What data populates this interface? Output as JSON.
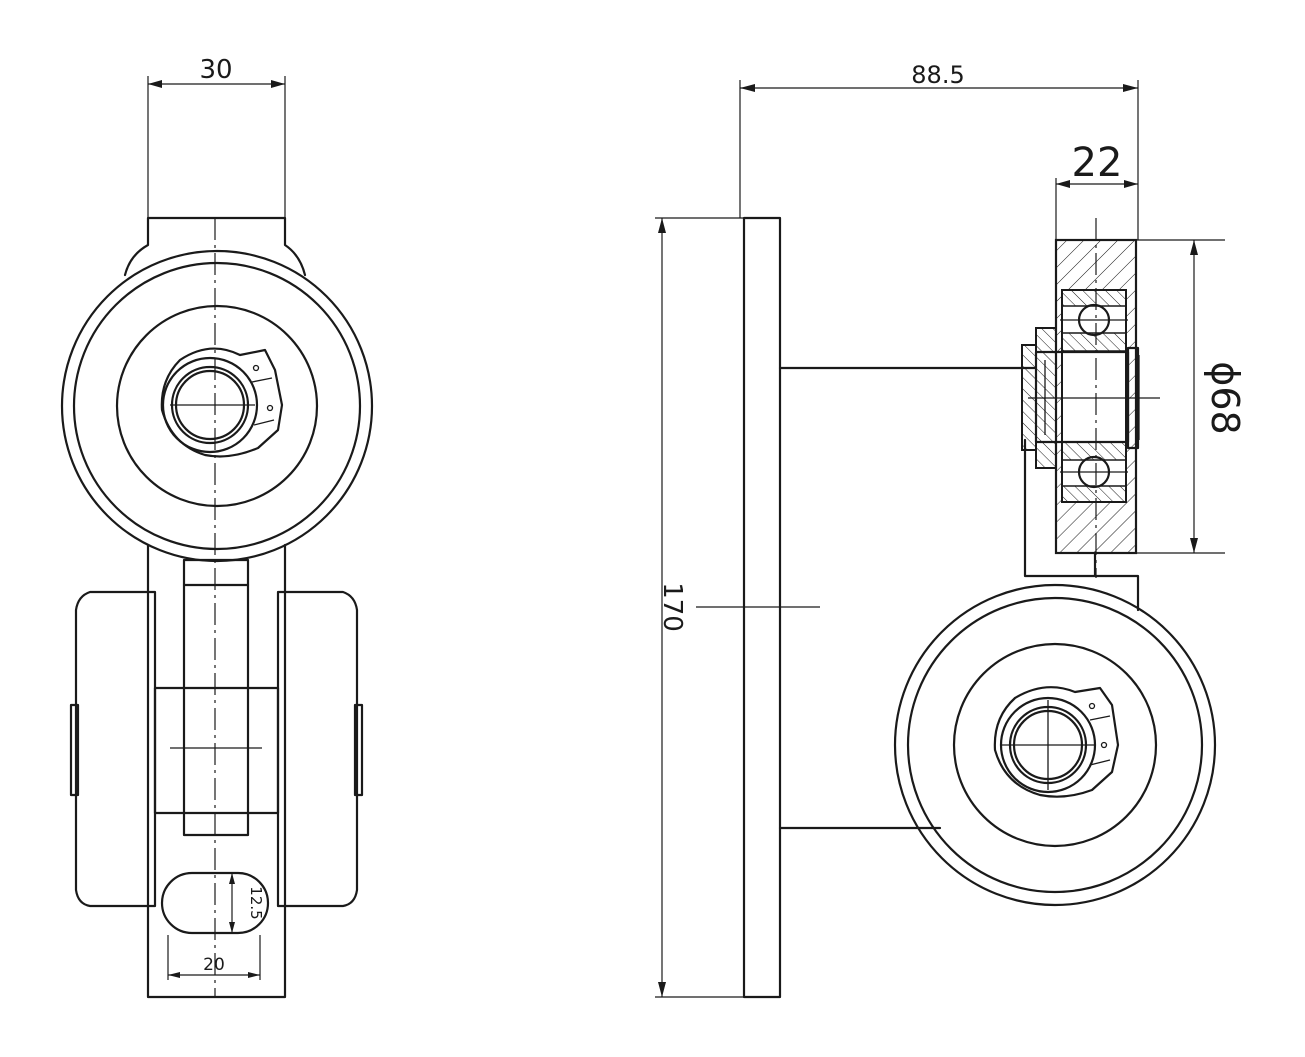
{
  "drawing": {
    "views": [
      "front-view",
      "side-section-view"
    ],
    "line_color": "#1a1a1a",
    "background": "#ffffff"
  },
  "dimensions": {
    "width_30": "30",
    "length_88_5": "88.5",
    "width_22": "22",
    "diameter_68": "ϕ68",
    "height_170": "170",
    "slot_20": "20",
    "slot_12_5": "12.5"
  }
}
